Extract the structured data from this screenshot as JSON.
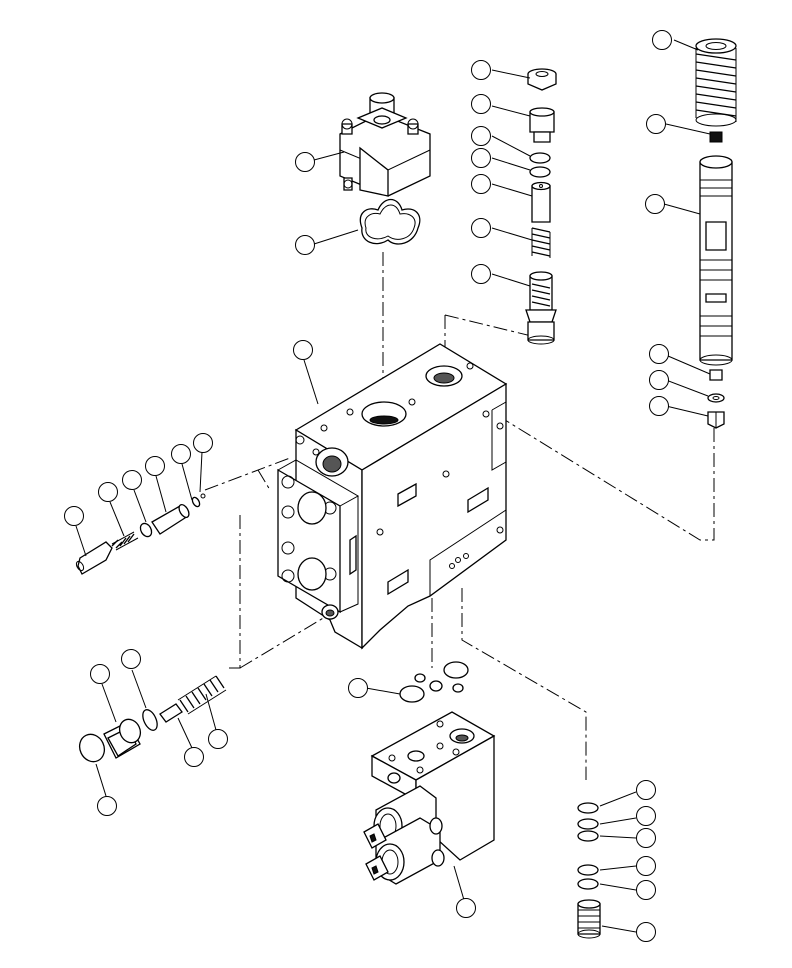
{
  "diagram": {
    "kind": "exploded-parts-view",
    "callouts": [
      {
        "id": "c1",
        "number": "",
        "cx": 0,
        "cy": 0
      },
      {
        "id": "c2",
        "number": "",
        "cx": 0,
        "cy": 0
      }
    ],
    "callout_count": 38,
    "colors": {
      "line": "#000000",
      "background": "#ffffff",
      "shade": "#d8d8d8"
    }
  }
}
